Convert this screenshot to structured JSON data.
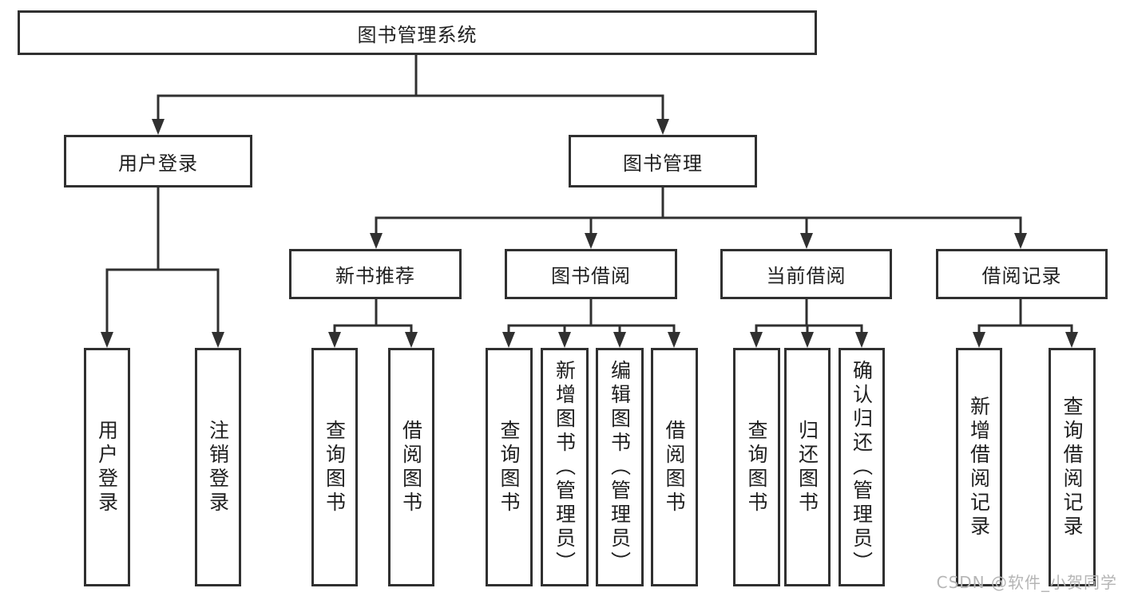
{
  "diagram": {
    "root": {
      "label": "图书管理系统"
    },
    "branches": [
      {
        "label": "用户登录",
        "children": [
          {
            "label": "用户登录"
          },
          {
            "label": "注销登录"
          }
        ]
      },
      {
        "label": "图书管理",
        "children": [
          {
            "label": "新书推荐",
            "children": [
              {
                "label": "查询图书"
              },
              {
                "label": "借阅图书"
              }
            ]
          },
          {
            "label": "图书借阅",
            "children": [
              {
                "label": "查询图书"
              },
              {
                "label": "新增图书（管理员）"
              },
              {
                "label": "编辑图书（管理员）"
              },
              {
                "label": "借阅图书"
              }
            ]
          },
          {
            "label": "当前借阅",
            "children": [
              {
                "label": "查询图书"
              },
              {
                "label": "归还图书"
              },
              {
                "label": "确认归还（管理员）"
              }
            ]
          },
          {
            "label": "借阅记录",
            "children": [
              {
                "label": "新增借阅记录"
              },
              {
                "label": "查询借阅记录"
              }
            ]
          }
        ]
      }
    ]
  },
  "watermark": {
    "text": "CSDN @软件_小贺同学"
  },
  "colors": {
    "line": "#303030",
    "text": "#1f1f1f",
    "watermark": "#b5b5b5",
    "background": "#ffffff"
  }
}
